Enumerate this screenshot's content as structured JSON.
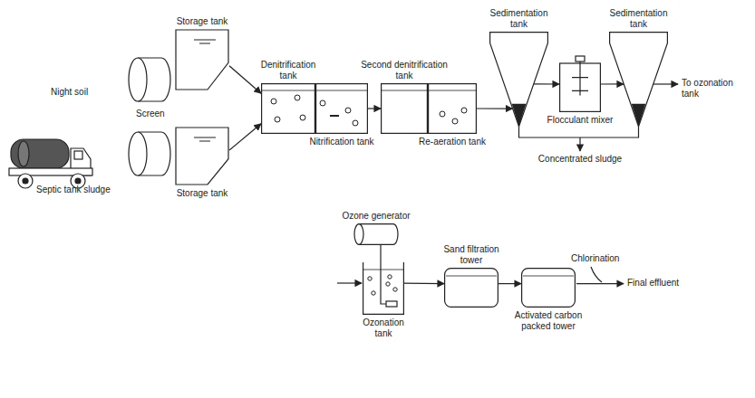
{
  "diagram": {
    "nodes": [
      {
        "text": [
          "Storage tank"
        ]
      },
      {
        "text": [
          "Storage tank"
        ]
      },
      {
        "text": [
          "Denitrification tank"
        ]
      },
      {
        "text": [
          "Nitrification tank"
        ]
      },
      {
        "text": [
          "Second denitrification tank"
        ]
      },
      {
        "text": [
          "Re-aeration tank"
        ]
      },
      {
        "text": [
          "Sedimentation tank"
        ]
      },
      {
        "text": [
          "Flocculant mixer"
        ]
      },
      {
        "text": [
          "Sedimentation tank"
        ]
      },
      {
        "text": [
          "Ozone generator"
        ]
      },
      {
        "text": [
          "Ozonation tank"
        ]
      },
      {
        "text": [
          "Sand filtration tower"
        ]
      },
      {
        "text": [
          "Activated carbon packed tower"
        ]
      }
    ],
    "edges": [
      {
        "from": 0,
        "to": 2,
        "arrow": "to"
      },
      {
        "from": 1,
        "to": 2,
        "arrow": "to"
      },
      {
        "from": 3,
        "to": 4,
        "arrow": "to"
      },
      {
        "from": 5,
        "to": 6,
        "arrow": "to"
      },
      {
        "from": 6,
        "to": 7,
        "arrow": "to"
      },
      {
        "from": 7,
        "to": 8,
        "arrow": "to"
      },
      {
        "from": 9,
        "to": 10,
        "arrow": "none"
      },
      {
        "from": 10,
        "to": 11,
        "arrow": "to"
      },
      {
        "from": 11,
        "to": 12,
        "arrow": "to"
      }
    ],
    "labels": [
      "Night soil",
      "Screen",
      "Septic tank sludge",
      "Concentrated sludge",
      "To ozonation tank",
      "Chlorination",
      "Final effluent"
    ]
  }
}
